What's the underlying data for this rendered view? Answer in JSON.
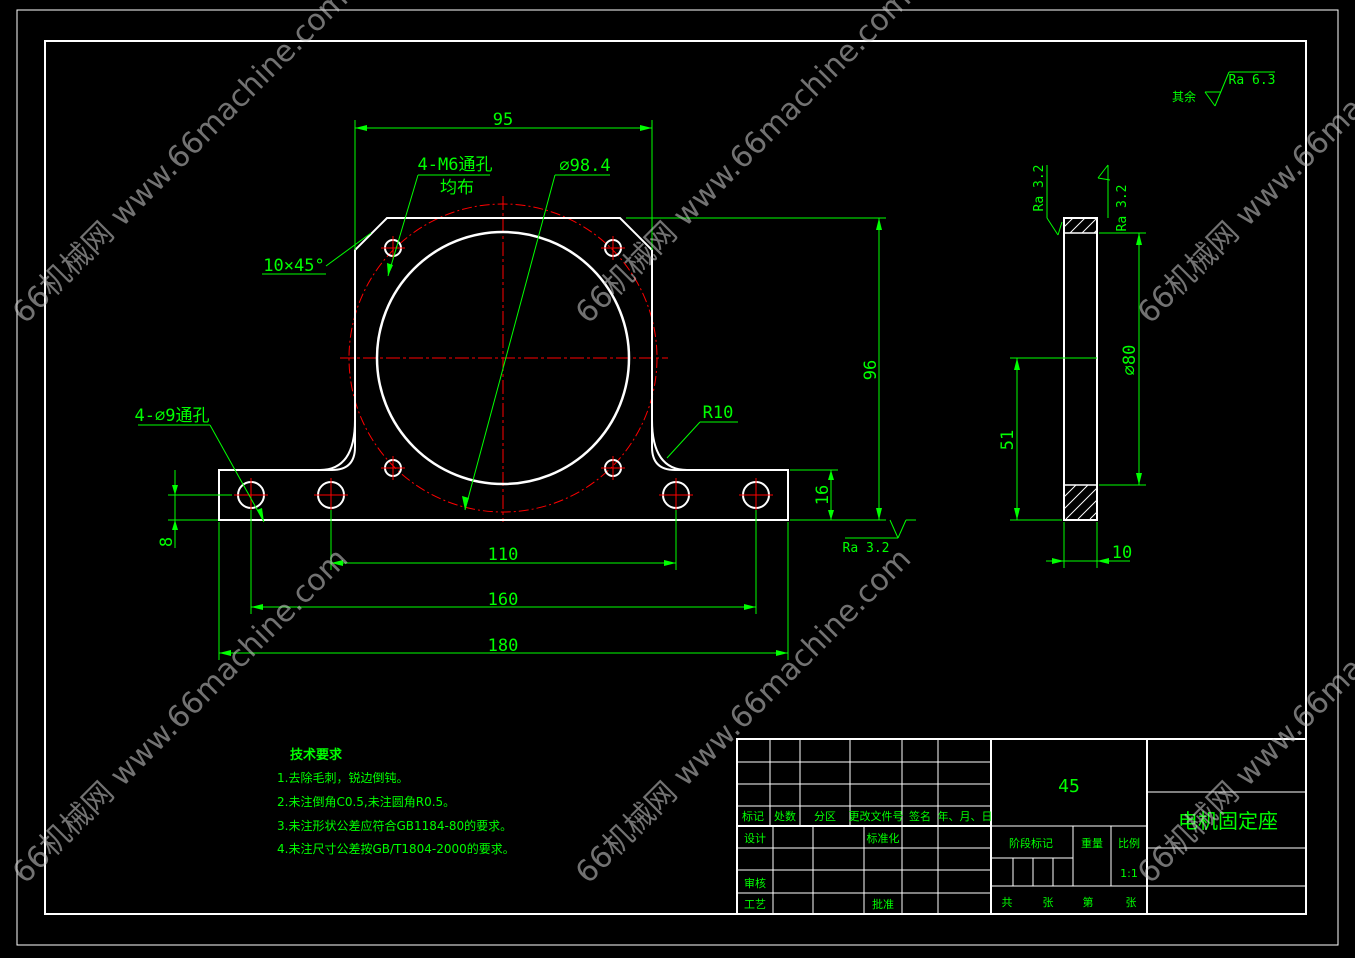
{
  "drawing": {
    "dimensions": {
      "d95": "95",
      "m6_holes_line1": "4-M6通孔",
      "m6_holes_line2": "均布",
      "dia984": "⌀98.4",
      "chamfer": "10×45°",
      "holes9": "4-⌀9通孔",
      "r10": "R10",
      "d96": "96",
      "d16": "16",
      "d8": "8",
      "d110": "110",
      "d160": "160",
      "d180": "180",
      "ra32_bottom": "Ra 3.2",
      "dia80": "⌀80",
      "d51": "51",
      "d10": "10",
      "ra32_side1": "Ra 3.2",
      "ra32_side2": "Ra 3.2"
    },
    "roughness_note": {
      "prefix": "其余",
      "value": "Ra 6.3"
    }
  },
  "tech_requirements": {
    "title": "技术要求",
    "items": [
      "1.去除毛刺，锐边倒钝。",
      "2.未注倒角C0.5,未注圆角R0.5。",
      "3.未注形状公差应符合GB1184-80的要求。",
      "4.未注尺寸公差按GB/T1804-2000的要求。"
    ]
  },
  "title_block": {
    "material": "45",
    "part_name": "电机固定座",
    "headers": [
      "标记",
      "处数",
      "分区",
      "更改文件号",
      "签名",
      "年、月、日"
    ],
    "design": "设计",
    "standardization": "标准化",
    "review": "审核",
    "process": "工艺",
    "approve": "批准",
    "stage_mark": "阶段标记",
    "weight": "重量",
    "scale": "比例",
    "scale_value": "1:1",
    "sheets_total": "共",
    "sheets_unit1": "张",
    "sheet_no": "第",
    "sheets_unit2": "张"
  },
  "watermark": {
    "text": "66机械网 www.66machine.com"
  },
  "colors": {
    "background": "#000000",
    "outline": "#ffffff",
    "dimension": "#00ff00",
    "centerline": "#ff0000"
  }
}
